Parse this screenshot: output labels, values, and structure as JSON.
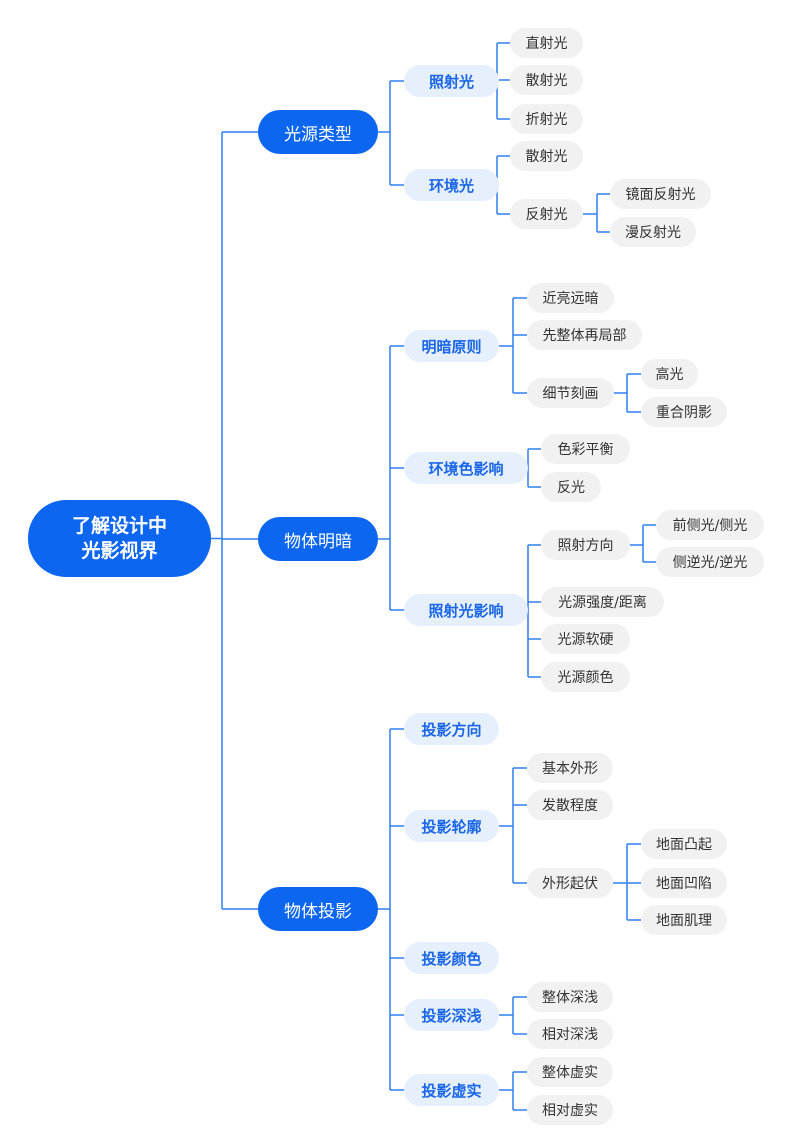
{
  "mindmap": {
    "root": {
      "line1": "了解设计中",
      "line2": "光影视界"
    },
    "nodes": {
      "b1": "光源类型",
      "b1_1": "照射光",
      "b1_1_1": "直射光",
      "b1_1_2": "散射光",
      "b1_1_3": "折射光",
      "b1_2": "环境光",
      "b1_2_1": "散射光",
      "b1_2_2": "反射光",
      "b1_2_2_1": "镜面反射光",
      "b1_2_2_2": "漫反射光",
      "b2": "物体明暗",
      "b2_1": "明暗原则",
      "b2_1_1": "近亮远暗",
      "b2_1_2": "先整体再局部",
      "b2_1_3": "细节刻画",
      "b2_1_3_1": "高光",
      "b2_1_3_2": "重合阴影",
      "b2_2": "环境色影响",
      "b2_2_1": "色彩平衡",
      "b2_2_2": "反光",
      "b2_3": "照射光影响",
      "b2_3_1": "照射方向",
      "b2_3_1_1": "前侧光/侧光",
      "b2_3_1_2": "侧逆光/逆光",
      "b2_3_2": "光源强度/距离",
      "b2_3_3": "光源软硬",
      "b2_3_4": "光源颜色",
      "b3": "物体投影",
      "b3_1": "投影方向",
      "b3_2": "投影轮廓",
      "b3_2_1": "基本外形",
      "b3_2_2": "发散程度",
      "b3_2_3": "外形起伏",
      "b3_2_3_1": "地面凸起",
      "b3_2_3_2": "地面凹陷",
      "b3_2_3_3": "地面肌理",
      "b3_3": "投影颜色",
      "b3_4": "投影深浅",
      "b3_4_1": "整体深浅",
      "b3_4_2": "相对深浅",
      "b3_5": "投影虚实",
      "b3_5_1": "整体虚实",
      "b3_5_2": "相对虚实"
    }
  },
  "colors": {
    "primary": "#0c66f0",
    "connector": "#2f7ff0",
    "branch_bg": "#e6f0fd",
    "branch_text": "#1a66e6",
    "leaf_bg": "#f1f1f1",
    "leaf_text": "#333333"
  }
}
